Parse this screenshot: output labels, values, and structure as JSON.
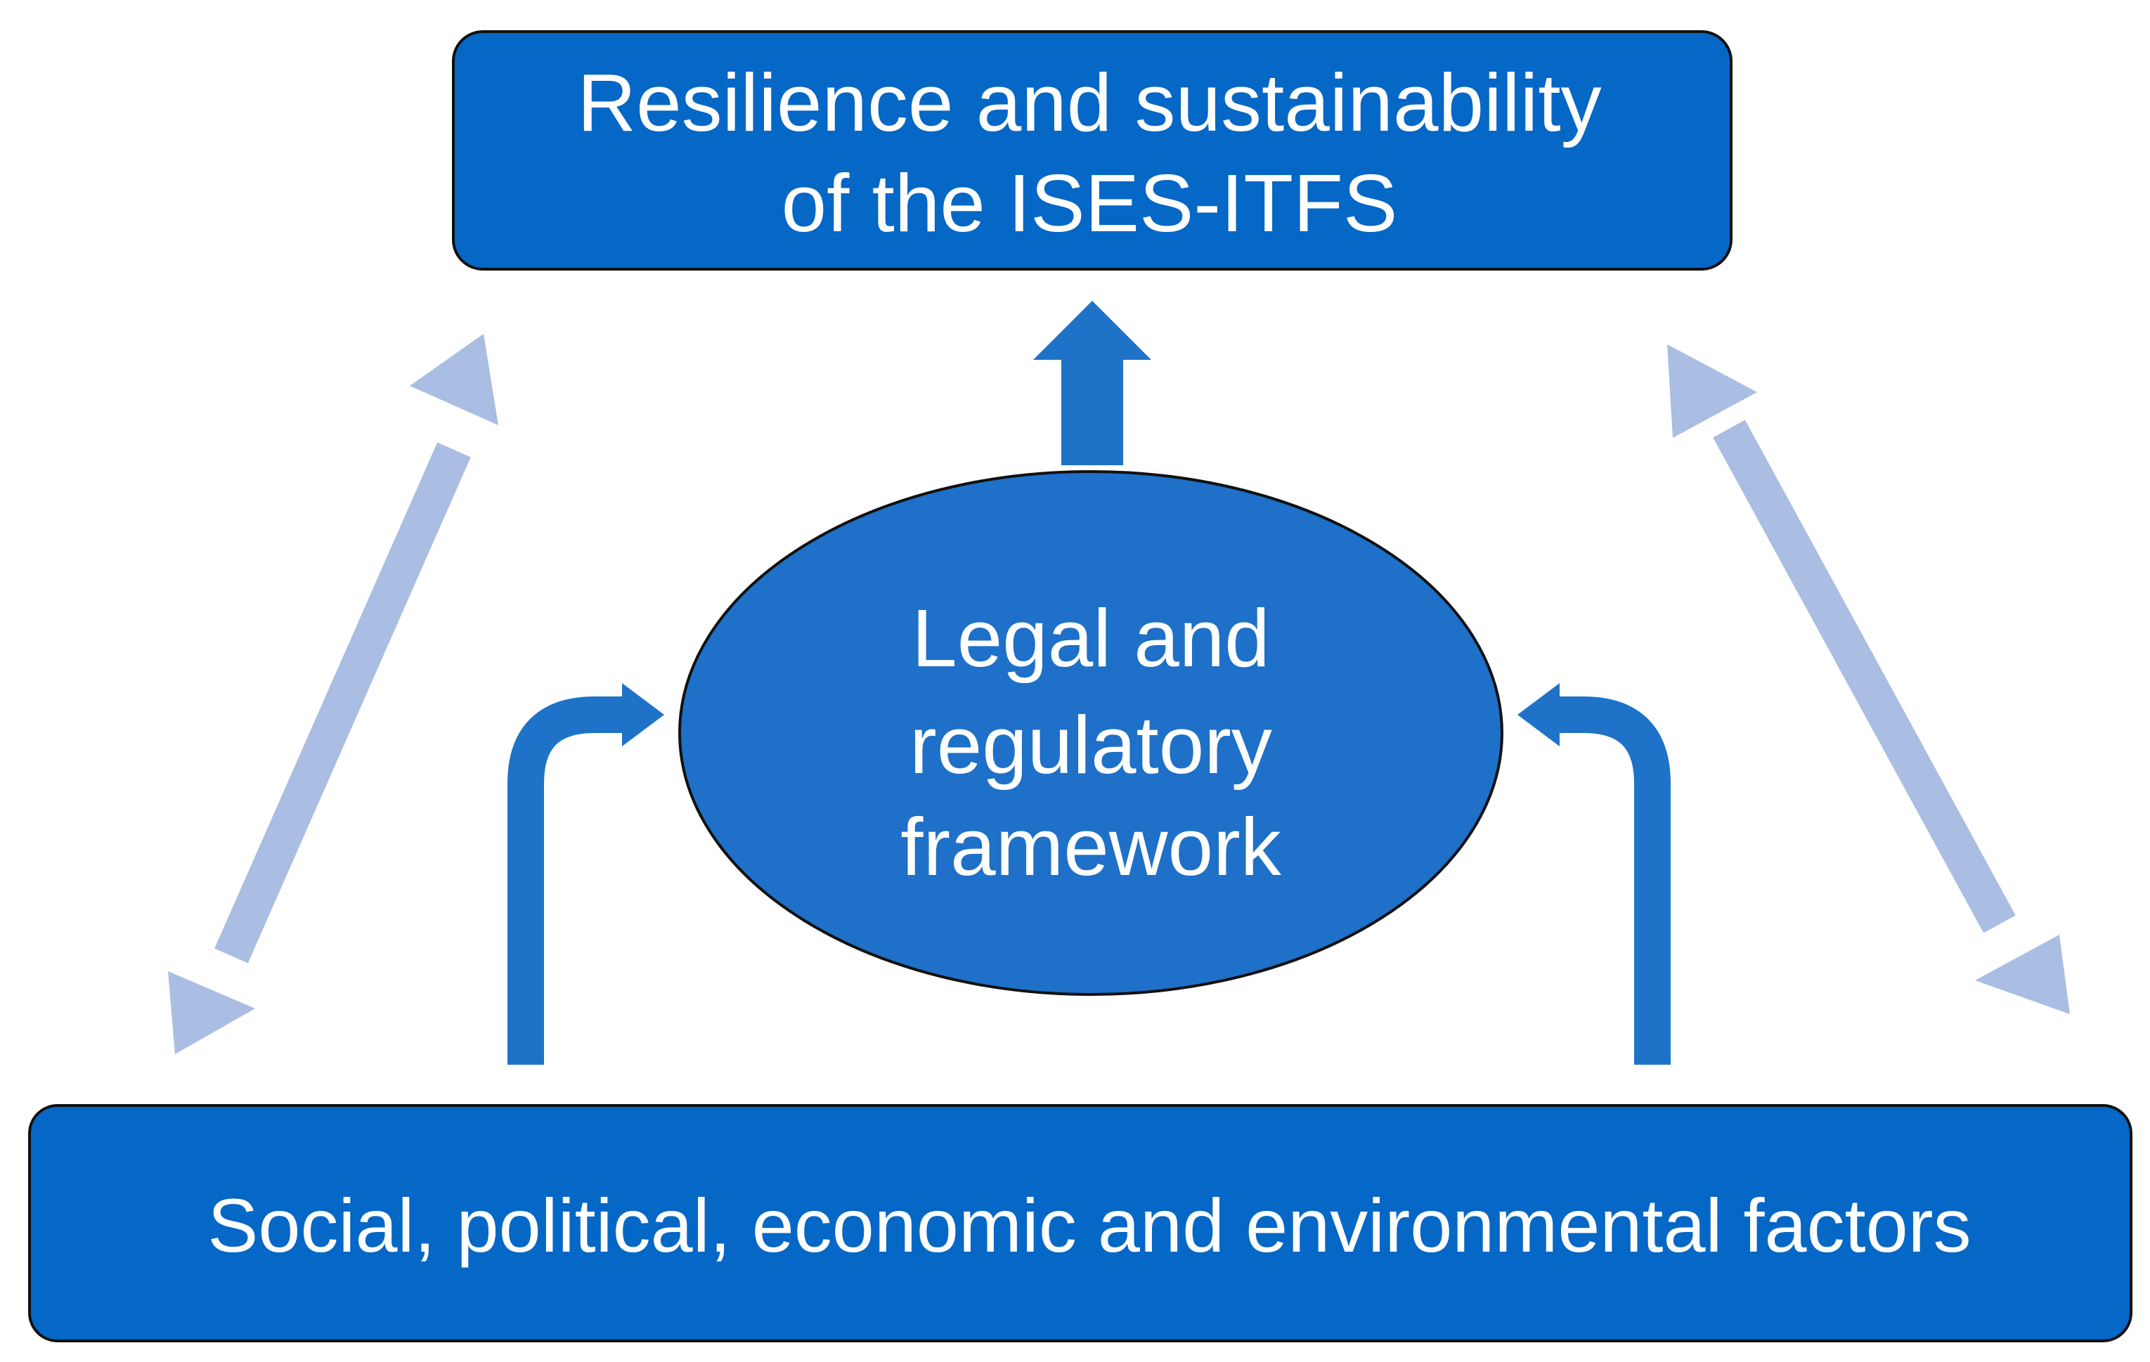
{
  "diagram": {
    "top_box": {
      "lines": [
        "Resilience and sustainability",
        "of the ISES-ITFS"
      ]
    },
    "center_ellipse": {
      "lines": [
        "Legal and",
        "regulatory",
        "framework"
      ]
    },
    "bottom_box": {
      "text": "Social, political, economic and environmental factors"
    }
  },
  "colors": {
    "box_fill": "#0567C6",
    "ellipse_fill": "#1E70C8",
    "solid_arrow": "#1E73C8",
    "light_arrow": "#AABDE2",
    "outline": "#111111",
    "text": "#FFFFFF"
  }
}
